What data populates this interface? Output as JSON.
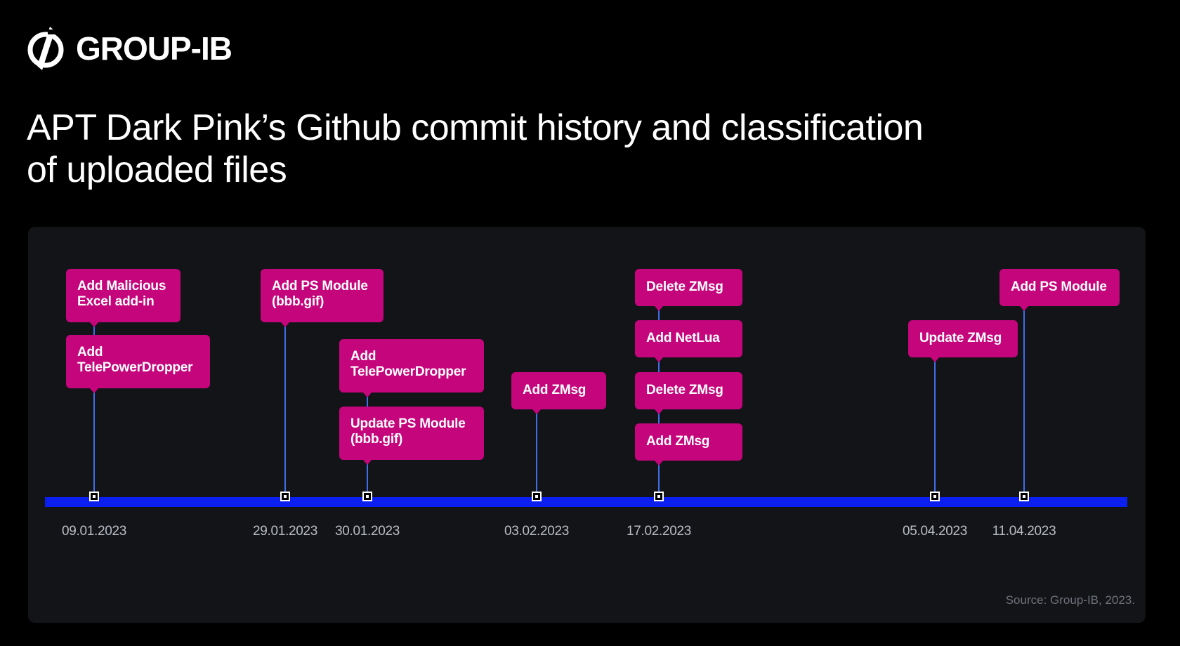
{
  "brand": {
    "name": "GROUP-IB"
  },
  "title": {
    "line1": "APT Dark Pink’s Github commit history and classification",
    "line2": "of uploaded files"
  },
  "colors": {
    "background": "#000000",
    "panel": "#131417",
    "timeline": "#0a1ff0",
    "connector": "#3f6ee8",
    "event": "#c4057c",
    "date_text": "#b9bcc4"
  },
  "timeline": {
    "dates": [
      {
        "label": "09.01.2023",
        "events": [
          "Add TelePowerDropper",
          "Add Malicious Excel add-in"
        ]
      },
      {
        "label": "29.01.2023",
        "events": [
          "Add PS Module (bbb.gif)"
        ]
      },
      {
        "label": "30.01.2023",
        "events": [
          "Update PS Module (bbb.gif)",
          "Add TelePowerDropper"
        ]
      },
      {
        "label": "03.02.2023",
        "events": [
          "Add ZMsg"
        ]
      },
      {
        "label": "17.02.2023",
        "events": [
          "Add ZMsg",
          "Delete ZMsg",
          "Add NetLua",
          "Delete ZMsg"
        ]
      },
      {
        "label": "05.04.2023",
        "events": [
          "Update ZMsg"
        ]
      },
      {
        "label": "11.04.2023",
        "events": [
          "Add PS Module"
        ]
      }
    ]
  },
  "source": "Source: Group-IB, 2023."
}
